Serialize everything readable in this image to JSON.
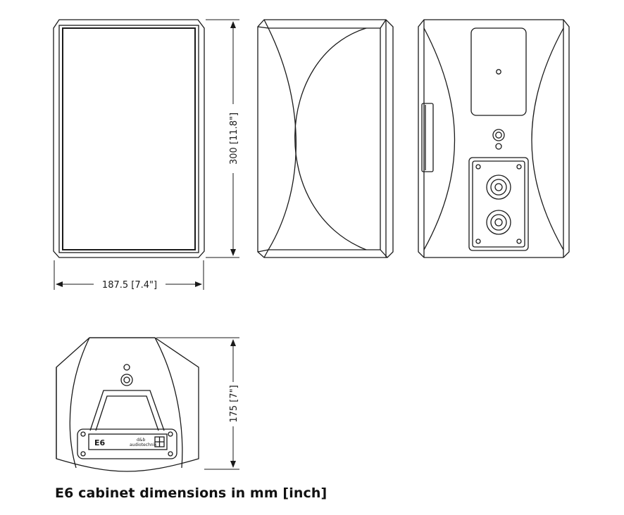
{
  "dimensions": {
    "width": "187.5 [7.4\"]",
    "height": "300 [11.8\"]",
    "depth": "175 [7\"]"
  },
  "nameplate": {
    "model": "E6",
    "brand_top": "d&b",
    "brand_bottom": "audiotechnik"
  },
  "caption": "E6 cabinet dimensions in mm [inch]"
}
